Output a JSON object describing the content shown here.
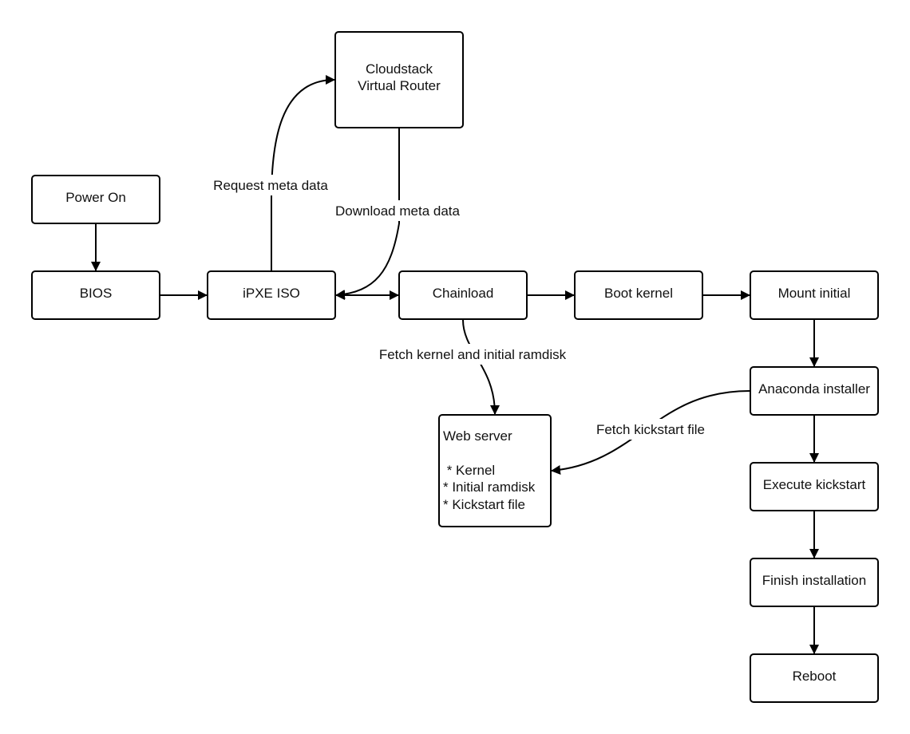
{
  "nodes": {
    "power_on": {
      "label": "Power On"
    },
    "bios": {
      "label": "BIOS"
    },
    "ipxe_iso": {
      "label": "iPXE ISO"
    },
    "virtual_router": {
      "label_line1": "Cloudstack",
      "label_line2": "Virtual Router"
    },
    "chainload": {
      "label": "Chainload"
    },
    "boot_kernel": {
      "label": "Boot kernel"
    },
    "mount_initial": {
      "label": "Mount initial"
    },
    "anaconda_installer": {
      "label": "Anaconda installer"
    },
    "execute_kickstart": {
      "label": "Execute kickstart"
    },
    "finish_installation": {
      "label": "Finish installation"
    },
    "reboot": {
      "label": "Reboot"
    },
    "web_server": {
      "title": "Web server",
      "items": [
        " * Kernel",
        "* Initial ramdisk",
        "* Kickstart file"
      ]
    }
  },
  "edges": {
    "request_meta_data": "Request meta data",
    "download_meta_data": "Download meta data",
    "fetch_kernel_ramdisk": "Fetch kernel and initial ramdisk",
    "fetch_kickstart_file": "Fetch kickstart file"
  }
}
